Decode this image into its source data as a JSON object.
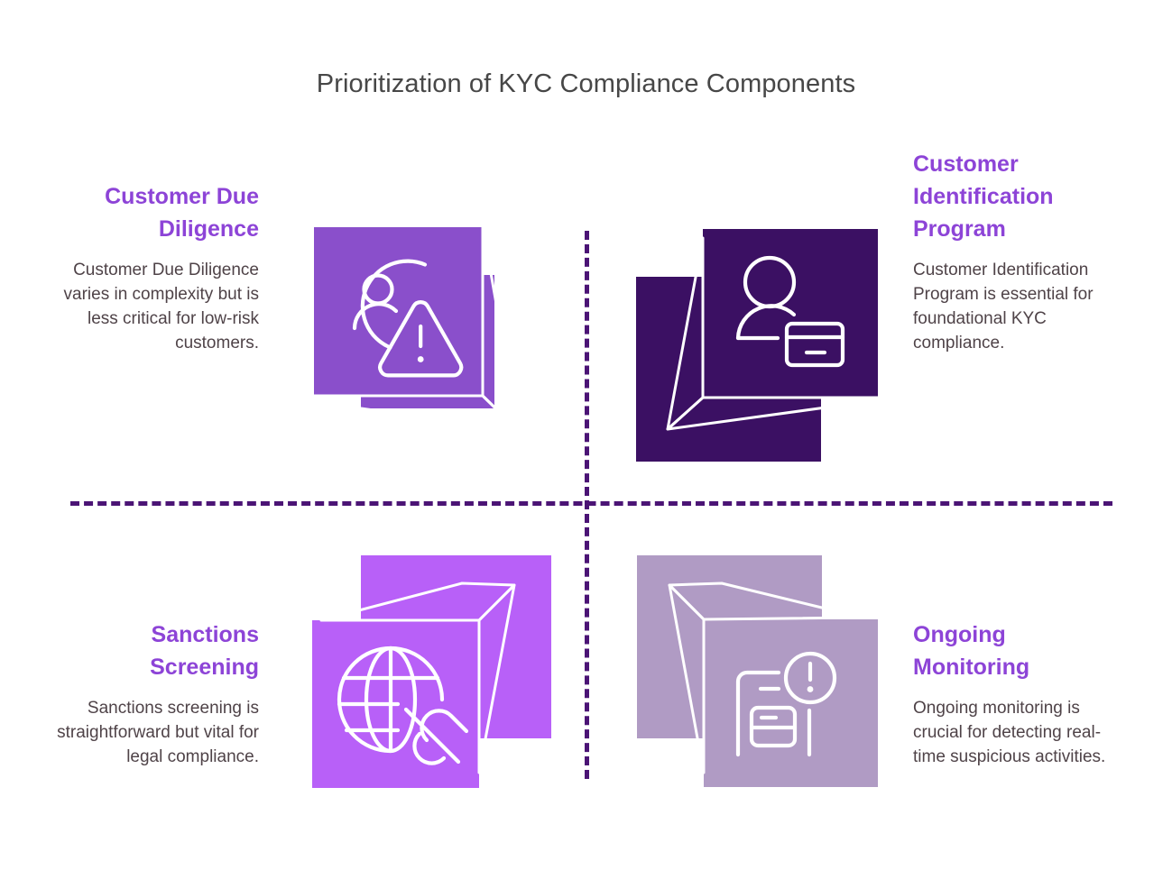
{
  "page": {
    "title": "Prioritization of KYC Compliance Components",
    "background_color": "#ffffff",
    "title_color": "#474747",
    "divider_color": "#4B1475",
    "heading_color": "#8D44D7",
    "body_color": "#4F4348"
  },
  "quadrants": [
    {
      "id": "customer-due-diligence",
      "position": "top-left",
      "heading": "Customer Due Diligence",
      "body": "Customer Due Diligence varies in complexity but is less critical for low-risk customers.",
      "text_align": "right",
      "color": "#8A4FCB",
      "icon": "person-alert-icon",
      "icon_label": "person with warning triangle"
    },
    {
      "id": "customer-identification-program",
      "position": "top-right",
      "heading": "Customer Identification Program",
      "body": "Customer Identification Program is essential for foundational KYC compliance.",
      "text_align": "left",
      "color": "#3B1063",
      "icon": "person-id-card-icon",
      "icon_label": "person with identification card"
    },
    {
      "id": "sanctions-screening",
      "position": "bottom-left",
      "heading": "Sanctions Screening",
      "body": "Sanctions screening is straightforward but vital for legal compliance.",
      "text_align": "right",
      "color": "#B860F8",
      "icon": "globe-broken-link-icon",
      "icon_label": "globe with broken link"
    },
    {
      "id": "ongoing-monitoring",
      "position": "bottom-right",
      "heading": "Ongoing Monitoring",
      "body": "Ongoing monitoring is crucial for detecting real-time suspicious activities.",
      "text_align": "left",
      "color": "#B09BC4",
      "icon": "card-alert-monitor-icon",
      "icon_label": "payment card with alert indicator"
    }
  ],
  "chart_data": {
    "type": "table",
    "title": "Prioritization of KYC Compliance Components",
    "categories": [
      "Customer Due Diligence",
      "Customer Identification Program",
      "Sanctions Screening",
      "Ongoing Monitoring"
    ],
    "descriptions": [
      "Customer Due Diligence varies in complexity but is less critical for low-risk customers.",
      "Customer Identification Program is essential for foundational KYC compliance.",
      "Sanctions screening is straightforward but vital for legal compliance.",
      "Ongoing monitoring is crucial for detecting real-time suspicious activities."
    ],
    "quadrant_positions": [
      "top-left",
      "top-right",
      "bottom-left",
      "bottom-right"
    ],
    "colors": [
      "#8A4FCB",
      "#3B1063",
      "#B860F8",
      "#B09BC4"
    ],
    "legend": [],
    "grid": false
  }
}
